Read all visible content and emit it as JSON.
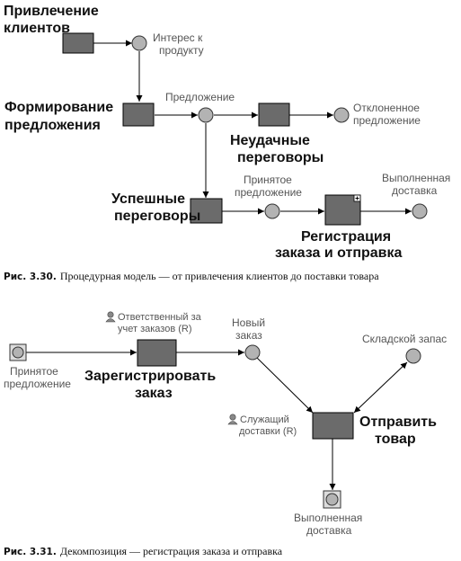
{
  "fig1": {
    "attraction": [
      "Привлечение",
      "клиентов"
    ],
    "interest": [
      "Интерес к",
      "продукту"
    ],
    "forming": [
      "Формирование",
      "предложения"
    ],
    "offer": "Предложение",
    "failed": [
      "Неудачные",
      "переговоры"
    ],
    "rejected": [
      "Отклоненное",
      "предложение"
    ],
    "success": [
      "Успешные",
      "переговоры"
    ],
    "accepted": [
      "Принятое",
      "предложение"
    ],
    "done": [
      "Выполненная",
      "доставка"
    ],
    "registration": [
      "Регистрация",
      "заказа и отправка"
    ],
    "caption_label": "Рис. 3.30.",
    "caption_text": "Процедурная модель — от привлечения клиентов до поставки товара"
  },
  "fig2": {
    "responsible": [
      "Ответственный за",
      "учет заказов (R)"
    ],
    "new_order": [
      "Новый",
      "заказ"
    ],
    "stock": "Складской запас",
    "accepted": [
      "Принятое",
      "предложение"
    ],
    "register": [
      "Зарегистрировать",
      "заказ"
    ],
    "courier": [
      "Служащий",
      "доставки (R)"
    ],
    "ship": [
      "Отправить",
      "товар"
    ],
    "done": [
      "Выполненная",
      "доставка"
    ],
    "caption_label": "Рис. 3.31.",
    "caption_text": "Декомпозиция — регистрация заказа и отправка"
  }
}
